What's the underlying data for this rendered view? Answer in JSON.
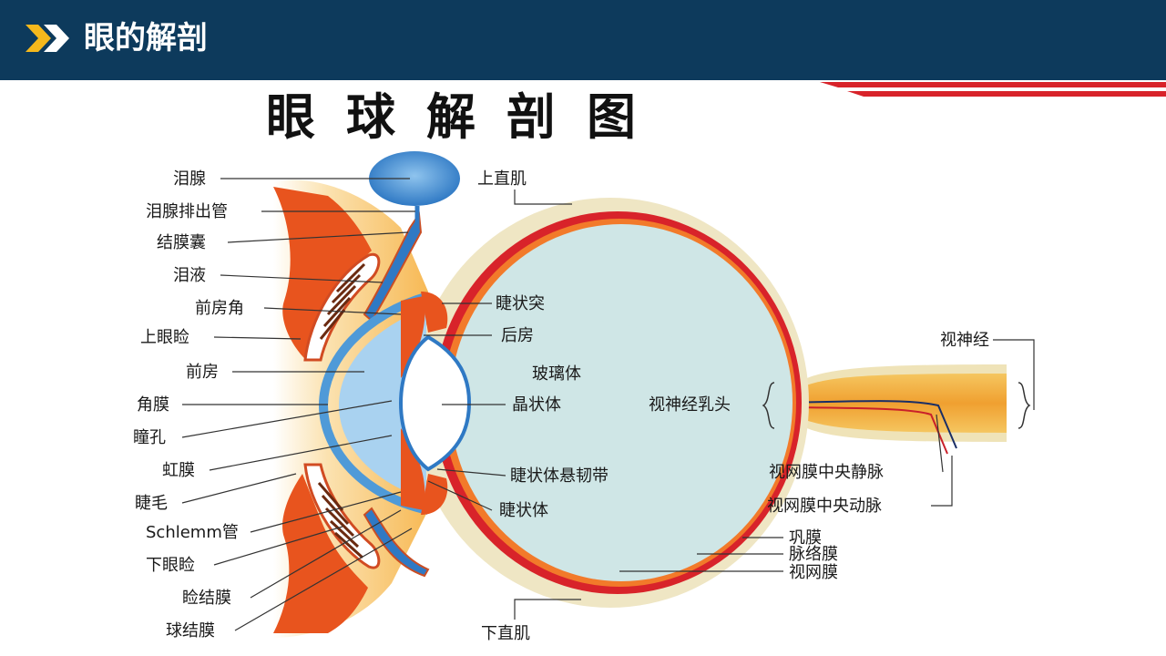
{
  "header": {
    "title": "眼的解剖",
    "icon": "double-chevron-icon"
  },
  "diagram": {
    "title": "眼球解剖图"
  },
  "labels": {
    "lacrimal_gland": "泪腺",
    "lacrimal_duct": "泪腺排出管",
    "conjunctival_sac": "结膜囊",
    "tears": "泪液",
    "anterior_chamber_angle": "前房角",
    "upper_eyelid": "上眼睑",
    "anterior_chamber": "前房",
    "cornea": "角膜",
    "pupil": "瞳孔",
    "iris": "虹膜",
    "eyelash": "睫毛",
    "schlemm_canal": "Schlemm管",
    "lower_eyelid": "下眼睑",
    "palpebral_conjunctiva": "睑结膜",
    "bulbar_conjunctiva": "球结膜",
    "superior_rectus": "上直肌",
    "ciliary_process": "睫状突",
    "posterior_chamber": "后房",
    "vitreous": "玻璃体",
    "lens": "晶状体",
    "zonule": "睫状体悬韧带",
    "ciliary_body": "睫状体",
    "inferior_rectus": "下直肌",
    "optic_nerve": "视神经",
    "optic_disc": "视神经乳头",
    "central_retinal_vein": "视网膜中央静脉",
    "central_retinal_artery": "视网膜中央动脉",
    "sclera": "巩膜",
    "choroid": "脉络膜",
    "retina": "视网膜"
  }
}
